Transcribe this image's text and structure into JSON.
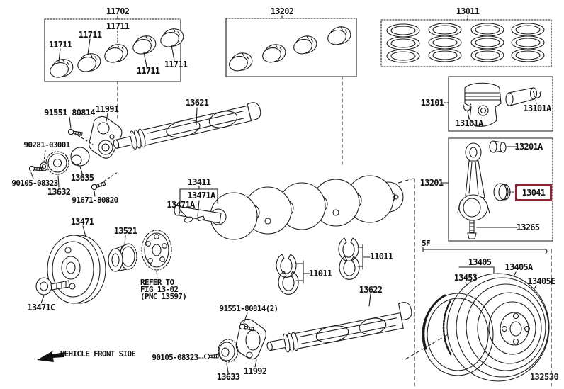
{
  "figure": {
    "code": "132530",
    "trans_code": "5F",
    "front_note": "VEHICLE FRONT SIDE",
    "refer_note_1": "REFER TO",
    "refer_note_2": "FIG 13-02",
    "refer_note_3": "(PNC 13597)"
  },
  "colors": {
    "line": "#1a1a1a",
    "highlight_border": "#8a2332",
    "background": "#ffffff",
    "text": "#111111"
  },
  "parts": {
    "main_bearing_set": "11702",
    "main_bearing": "11711",
    "rod_bearing_set": "13202",
    "piston_ring_set": "13011",
    "piston": "13101",
    "piston_pin_snap": "13101A",
    "connecting_rod": "13201",
    "rod_bushing": "13201A",
    "rod_bearing": "13041",
    "rod_bolt": "13265",
    "flywheel": "13405",
    "flywheel_pin": "13405A",
    "ring_gear": "13453",
    "flywheel_bolt": "13405E",
    "bolt_91551": "91551 80814",
    "bolt_91551_x2": "91551-80814(2)",
    "bracket_front": "11991",
    "washer_90281": "90281-03001",
    "bolt_90105": "90105-08323",
    "gear_13632": "13632",
    "pulley_13635": "13635",
    "bolt_91671": "91671-80820",
    "balance_shaft_front": "13621",
    "crankshaft": "13411",
    "crank_key": "13471A",
    "crank_pulley": "13471",
    "crank_gear": "13521",
    "pulley_bolt": "13471C",
    "thrust_washer": "11011",
    "balance_shaft_rear": "13622",
    "gear_13633": "13633",
    "bracket_rear": "11992"
  }
}
